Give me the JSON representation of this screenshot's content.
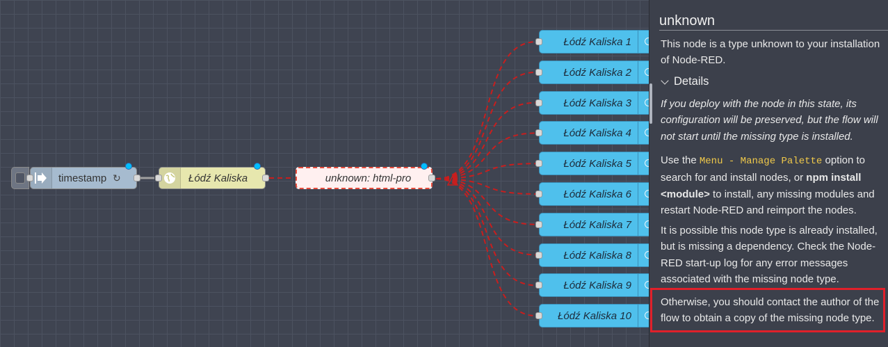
{
  "flow": {
    "inject": {
      "label": "timestamp",
      "refresh_glyph": "↻"
    },
    "http": {
      "label": "Łódź Kaliska"
    },
    "unknown": {
      "label": "unknown: html-pro"
    },
    "outputs": [
      "Łódź Kaliska 1",
      "Łódź Kaliska 2",
      "Łódź Kaliska 3",
      "Łódź Kaliska 4",
      "Łódź Kaliska 5",
      "Łódź Kaliska 6",
      "Łódź Kaliska 7",
      "Łódź Kaliska 8",
      "Łódź Kaliska 9",
      "Łódź Kaliska 10"
    ],
    "wire_colors": {
      "normal": "#a0a0a0",
      "broken": "#c81e1e"
    }
  },
  "sidebar": {
    "title": "unknown",
    "intro": "This node is a type unknown to your installation of Node-RED.",
    "details_label": "Details",
    "italic_note": "If you deploy with the node in this state, its configuration will be preserved, but the flow will not start until the missing type is installed.",
    "use_prefix": "Use the ",
    "use_code": "Menu - Manage Palette",
    "use_middle": " option to search for and install nodes, or ",
    "use_bold": "npm install <module>",
    "use_suffix": " to install, any missing modules and restart Node-RED and reimport the nodes.",
    "possible": "It is possible this node type is already installed, but is missing a dependency. Check the Node-RED start-up log for any error messages associated with the missing node type.",
    "otherwise": "Otherwise, you should contact the author of the flow to obtain a copy of the missing node type."
  }
}
